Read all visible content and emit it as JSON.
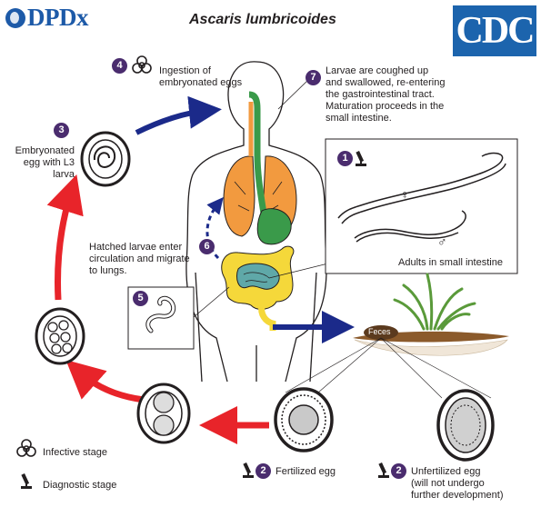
{
  "header": {
    "logo_left": "DPDx",
    "title": "Ascaris lumbricoides",
    "logo_right": "CDC"
  },
  "steps": {
    "s1": {
      "num": "1",
      "label": "Adults in small intestine",
      "female_symbol": "♀",
      "male_symbol": "♂"
    },
    "s2a": {
      "num": "2",
      "label": "Fertilized egg"
    },
    "s2b": {
      "num": "2",
      "label_lines": [
        "Unfertilized egg",
        "(will not undergo",
        "further development)"
      ]
    },
    "s3": {
      "num": "3",
      "label_lines": [
        "Embryonated",
        "egg with L3",
        "larva"
      ]
    },
    "s4": {
      "num": "4",
      "label_lines": [
        "Ingestion of",
        "embryonated eggs"
      ]
    },
    "s5": {
      "num": "5"
    },
    "s6": {
      "num": "6",
      "label_lines": [
        "Hatched larvae enter",
        "circulation and migrate",
        "to lungs."
      ]
    },
    "s7": {
      "num": "7",
      "label_lines": [
        "Larvae are coughed up",
        "and swallowed, re-entering",
        "the gastrointestinal tract.",
        "Maturation proceeds in the",
        "small intestine."
      ]
    }
  },
  "feces_label": "Feces",
  "legend": {
    "infective": "Infective stage",
    "diagnostic": "Diagnostic stage"
  },
  "colors": {
    "purple": "#4a2c6e",
    "arrow_red": "#e8242a",
    "arrow_blue": "#1b2a8a",
    "lungs": "#f29a3f",
    "gut_green": "#3a9a4a",
    "intestine_yellow": "#f5d83a",
    "small_intestine_teal": "#5fa8a8",
    "cdc_blue": "#1c64ad"
  }
}
